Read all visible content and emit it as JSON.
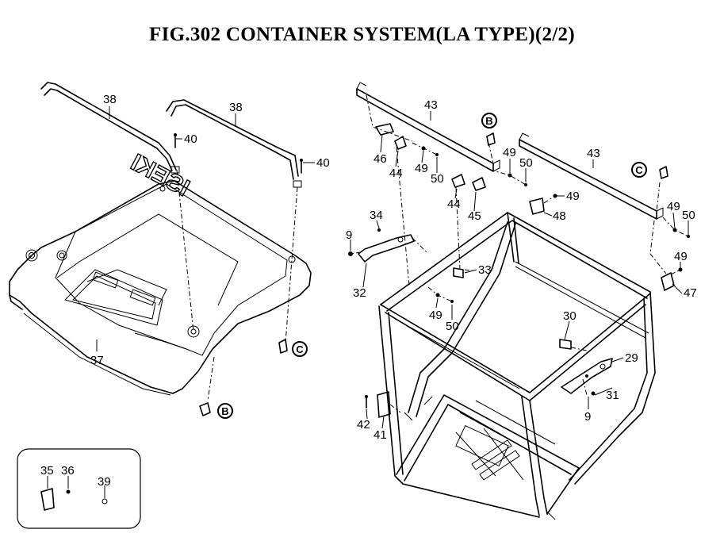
{
  "title": "FIG.302  CONTAINER SYSTEM(LA TYPE)(2/2)",
  "cover_emboss": "ISEKI",
  "ref_markers": {
    "b": "B",
    "c": "C"
  },
  "parts": {
    "p9a": "9",
    "p9b": "9",
    "p29": "29",
    "p30": "30",
    "p31": "31",
    "p32": "32",
    "p33": "33",
    "p34": "34",
    "p35": "35",
    "p36": "36",
    "p37": "37",
    "p38a": "38",
    "p38b": "38",
    "p39": "39",
    "p40a": "40",
    "p40b": "40",
    "p41": "41",
    "p42": "42",
    "p43a": "43",
    "p43b": "43",
    "p44a": "44",
    "p44b": "44",
    "p45": "45",
    "p46": "46",
    "p47": "47",
    "p48": "48",
    "p49a": "49",
    "p49b": "49",
    "p49c": "49",
    "p49d": "49",
    "p49e": "49",
    "p49f": "49",
    "p50a": "50",
    "p50b": "50",
    "p50c": "50",
    "p50d": "50"
  }
}
